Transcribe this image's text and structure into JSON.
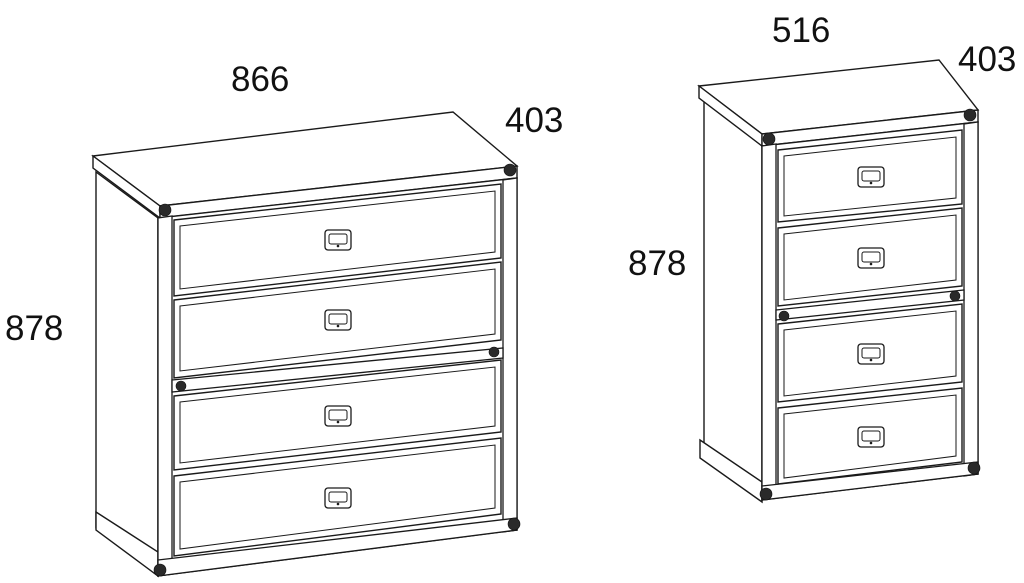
{
  "colors": {
    "line": "#1a1a1a",
    "background": "#ffffff"
  },
  "wide_chest": {
    "width_label": "866",
    "depth_label": "403",
    "height_label": "878",
    "drawer_count": 4
  },
  "narrow_chest": {
    "width_label": "516",
    "depth_label": "403",
    "height_label": "878",
    "drawer_count": 4
  }
}
